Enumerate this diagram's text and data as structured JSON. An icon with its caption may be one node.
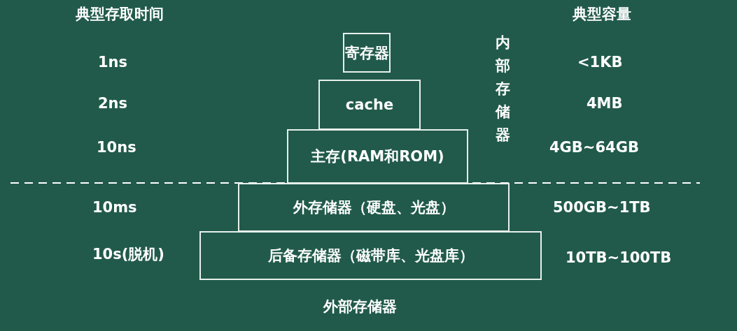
{
  "diagram": {
    "nodes": [
      {
        "text": [
          "寄存器"
        ]
      },
      {
        "text": [
          "cache"
        ]
      },
      {
        "text": [
          "主存(RAM和ROM)"
        ]
      },
      {
        "text": [
          "外存储器（硬盘、光盘）"
        ]
      },
      {
        "text": [
          "后备存储器（磁带库、光盘库）"
        ]
      }
    ],
    "edges": [],
    "labels": [
      "典型存取时间",
      "内部存储器",
      "典型容量",
      "1ns",
      "<1KB",
      "2ns",
      "4MB",
      "10ns",
      "4GB~64GB",
      "10ms",
      "500GB~1TB",
      "10s(脱机)",
      "10TB~100TB",
      "外部存储器"
    ]
  }
}
